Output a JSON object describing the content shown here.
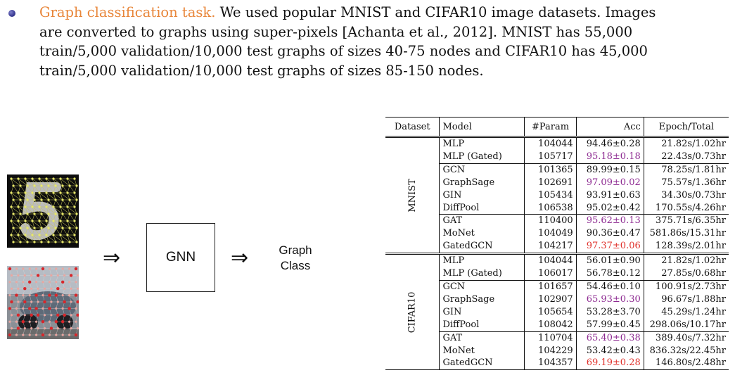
{
  "intro": {
    "highlight": "Graph classification task.",
    "lines": [
      " We used popular MNIST and CIFAR10 image datasets. Images",
      "are converted to graphs using super-pixels [Achanta et al., 2012]. MNIST has 55,000",
      "train/5,000 validation/10,000 test graphs of sizes 40-75 nodes and CIFAR10 has 45,000",
      "train/5,000 validation/10,000 test graphs of sizes 85-150 nodes."
    ]
  },
  "pipeline": {
    "arrow_glyph": "⇒",
    "box_label": "GNN",
    "output_line1": "Graph",
    "output_line2": "Class"
  },
  "colors": {
    "highlight": "#e8863a",
    "second_best": "#8d2a91",
    "best": "#e0302a"
  },
  "table": {
    "headers": {
      "dataset": "Dataset",
      "model": "Model",
      "param": "#Param",
      "acc": "Acc",
      "epoch": "Epoch/Total"
    },
    "groups": [
      {
        "dataset": "MNIST",
        "rows": [
          {
            "model": "MLP",
            "param": "104044",
            "acc": "94.46±0.28",
            "epoch": "21.82s/1.02hr",
            "mark": "",
            "sep": false
          },
          {
            "model": "MLP (Gated)",
            "param": "105717",
            "acc": "95.18±0.18",
            "epoch": "22.43s/0.73hr",
            "mark": "purple",
            "sep": false
          },
          {
            "model": "GCN",
            "param": "101365",
            "acc": "89.99±0.15",
            "epoch": "78.25s/1.81hr",
            "mark": "",
            "sep": true
          },
          {
            "model": "GraphSage",
            "param": "102691",
            "acc": "97.09±0.02",
            "epoch": "75.57s/1.36hr",
            "mark": "purple",
            "sep": false
          },
          {
            "model": "GIN",
            "param": "105434",
            "acc": "93.91±0.63",
            "epoch": "34.30s/0.73hr",
            "mark": "",
            "sep": false
          },
          {
            "model": "DiffPool",
            "param": "106538",
            "acc": "95.02±0.42",
            "epoch": "170.55s/4.26hr",
            "mark": "",
            "sep": false
          },
          {
            "model": "GAT",
            "param": "110400",
            "acc": "95.62±0.13",
            "epoch": "375.71s/6.35hr",
            "mark": "purple",
            "sep": true
          },
          {
            "model": "MoNet",
            "param": "104049",
            "acc": "90.36±0.47",
            "epoch": "581.86s/15.31hr",
            "mark": "",
            "sep": false
          },
          {
            "model": "GatedGCN",
            "param": "104217",
            "acc": "97.37±0.06",
            "epoch": "128.39s/2.01hr",
            "mark": "red",
            "sep": false
          }
        ]
      },
      {
        "dataset": "CIFAR10",
        "rows": [
          {
            "model": "MLP",
            "param": "104044",
            "acc": "56.01±0.90",
            "epoch": "21.82s/1.02hr",
            "mark": "",
            "sep": false
          },
          {
            "model": "MLP (Gated)",
            "param": "106017",
            "acc": "56.78±0.12",
            "epoch": "27.85s/0.68hr",
            "mark": "",
            "sep": false
          },
          {
            "model": "GCN",
            "param": "101657",
            "acc": "54.46±0.10",
            "epoch": "100.91s/2.73hr",
            "mark": "",
            "sep": true
          },
          {
            "model": "GraphSage",
            "param": "102907",
            "acc": "65.93±0.30",
            "epoch": "96.67s/1.88hr",
            "mark": "purple",
            "sep": false
          },
          {
            "model": "GIN",
            "param": "105654",
            "acc": "53.28±3.70",
            "epoch": "45.29s/1.24hr",
            "mark": "",
            "sep": false
          },
          {
            "model": "DiffPool",
            "param": "108042",
            "acc": "57.99±0.45",
            "epoch": "298.06s/10.17hr",
            "mark": "",
            "sep": false
          },
          {
            "model": "GAT",
            "param": "110704",
            "acc": "65.40±0.38",
            "epoch": "389.40s/7.32hr",
            "mark": "purple",
            "sep": true
          },
          {
            "model": "MoNet",
            "param": "104229",
            "acc": "53.42±0.43",
            "epoch": "836.32s/22.45hr",
            "mark": "",
            "sep": false
          },
          {
            "model": "GatedGCN",
            "param": "104357",
            "acc": "69.19±0.28",
            "epoch": "146.80s/2.48hr",
            "mark": "red",
            "sep": false
          }
        ]
      }
    ]
  }
}
